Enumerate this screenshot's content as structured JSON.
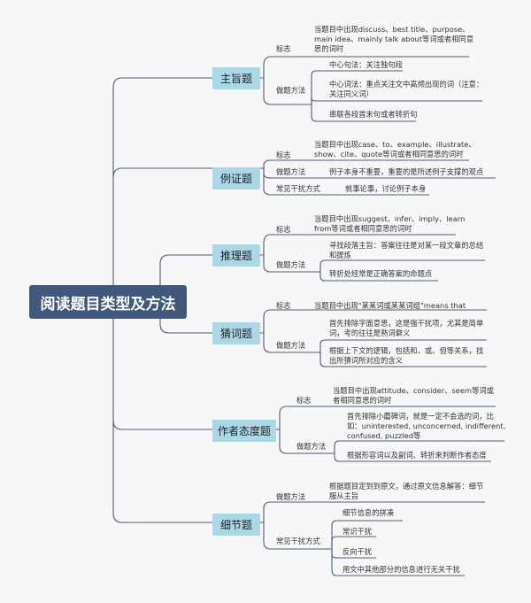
{
  "root": "阅读题目类型及方法",
  "sections": [
    {
      "title": "主旨题",
      "biaozhi_label": "标志",
      "biaozhi_text": "当题目中出现discuss、best title、purpose、\nmain idea、mainly talk about等词或者相同意\n思的词时",
      "method_label": "做题方法",
      "methods": [
        "中心句法：关注独句段",
        "中心词法：重点关注文中高频出现的词（注意：\n关注同义词）",
        "串联各段首末句或者转折句"
      ]
    },
    {
      "title": "例证题",
      "biaozhi_label": "标志",
      "biaozhi_text": "当题目中出现case、to、example、illustrate、\nshow、cite、quote等词或者相同意思的词时",
      "method_label": "做题方法",
      "method_text": "例子本身不重要，重要的是所述例子支撑的观点",
      "trap_label": "常见干扰方式",
      "trap_text": "就事论事，讨论例子本身"
    },
    {
      "title": "推理题",
      "biaozhi_label": "标志",
      "biaozhi_text": "当题目中出现suggest、infer、imply、learn\nfrom等词或者相同意思的词时",
      "method_label": "做题方法",
      "methods": [
        "寻找段落主旨：答案往往是对某一段文章的总结\n和提炼",
        "转折处经常是正确答案的命题点"
      ]
    },
    {
      "title": "猜词题",
      "biaozhi_label": "标志",
      "biaozhi_text": "当题目中出现\"某某词或某某词组\"means that",
      "method_label": "做题方法",
      "methods": [
        "首先排除字面意思，这是强干扰项，尤其是简单\n词，考的往往是熟词僻义",
        "根据上下文的逻辑，包括和、或、但等关系，找\n出所猜词所对应的含义"
      ]
    },
    {
      "title": "作者态度题",
      "biaozhi_label": "标志",
      "biaozhi_text": "当题目中出现attitude、consider、seem等词或\n者相同意思的词时",
      "method_label": "做题方法",
      "methods": [
        "首先排除小蘑碑词，就是一定不会选的词，比\n如：uninterested, unconcerned, indifferent,\nconfused, puzzled等",
        "根据形容词以及副词、转折来判断作者态度"
      ]
    },
    {
      "title": "细节题",
      "method_label": "做题方法",
      "method_text": "根据题目定到到原文，通过原文信息解答：细节\n服从主旨",
      "trap_label": "常见干扰方式",
      "traps": [
        "细节信息的拼凑",
        "常识干扰",
        "反向干扰",
        "用文中其他部分的信息进行无关干扰"
      ]
    }
  ],
  "colors": {
    "root": "#40587c",
    "topic": "#acd8e6",
    "line": "#4a5e7a"
  }
}
